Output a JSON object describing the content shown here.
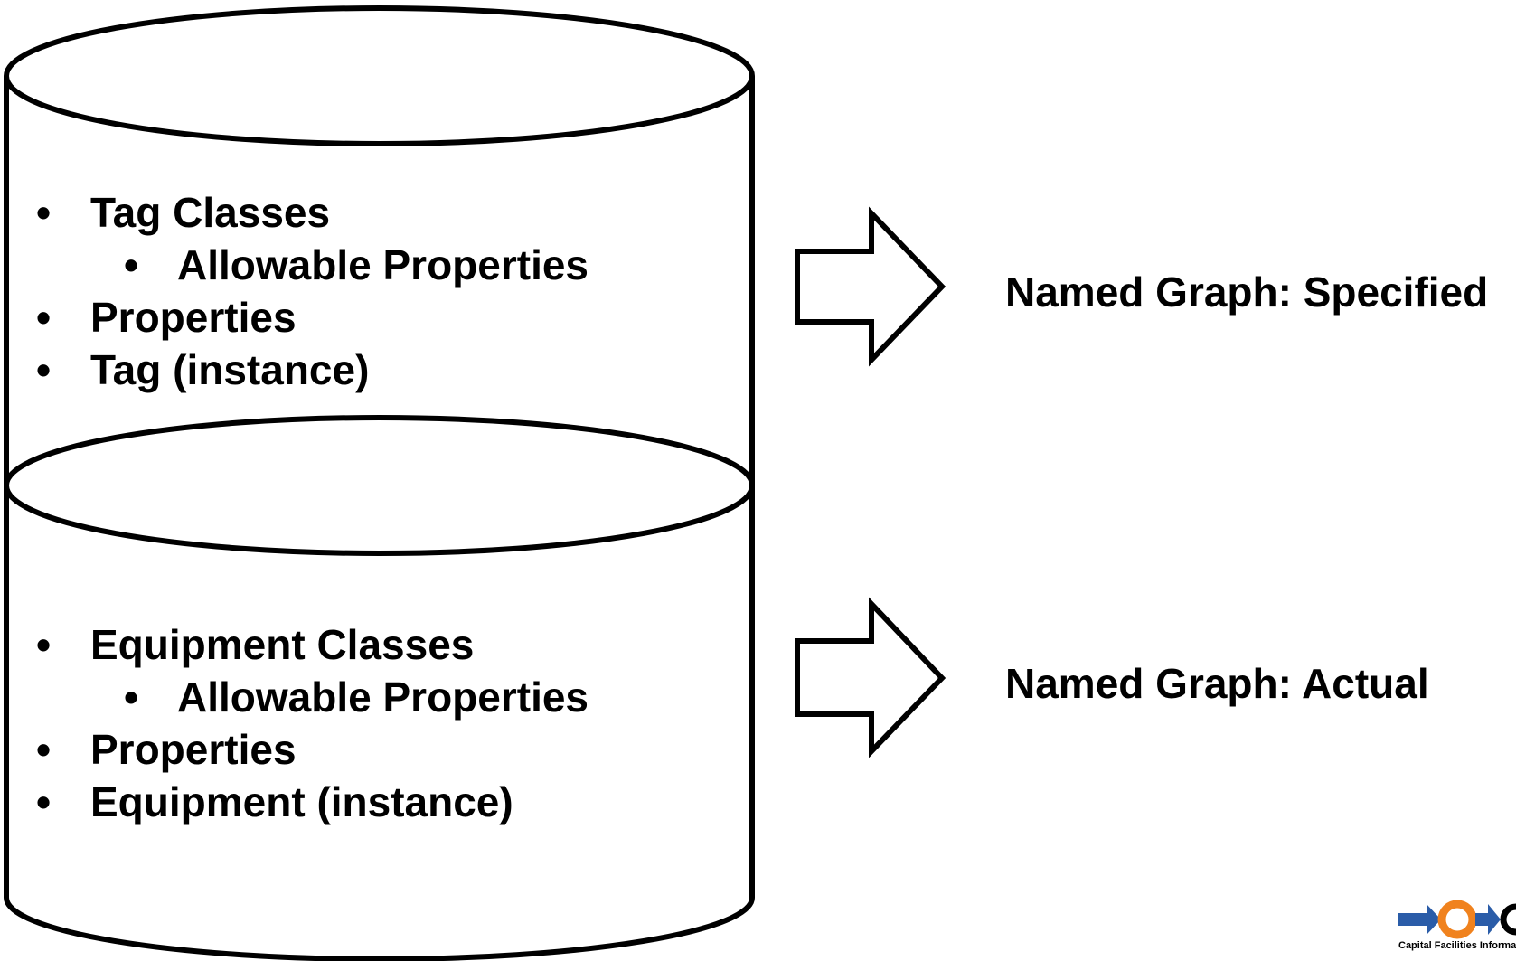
{
  "database": {
    "top_section": {
      "items": [
        {
          "level": 1,
          "bullet": "•",
          "text": "Tag Classes"
        },
        {
          "level": 2,
          "bullet": "•",
          "text": "Allowable Properties"
        },
        {
          "level": 1,
          "bullet": "•",
          "text": "Properties"
        },
        {
          "level": 1,
          "bullet": "•",
          "text": "Tag (instance)"
        }
      ]
    },
    "bottom_section": {
      "items": [
        {
          "level": 1,
          "bullet": "•",
          "text": "Equipment Classes"
        },
        {
          "level": 2,
          "bullet": "•",
          "text": "Allowable Properties"
        },
        {
          "level": 1,
          "bullet": "•",
          "text": "Properties"
        },
        {
          "level": 1,
          "bullet": "•",
          "text": "Equipment (instance)"
        }
      ]
    }
  },
  "graphs": {
    "specified_label": "Named Graph: Specified",
    "actual_label": "Named Graph: Actual"
  },
  "logo": {
    "text": "Capital Facilities Informa",
    "colors": {
      "arrow": "#2a5ca8",
      "ring": "#f0821e"
    }
  },
  "colors": {
    "stroke": "#000000",
    "background": "#ffffff"
  }
}
